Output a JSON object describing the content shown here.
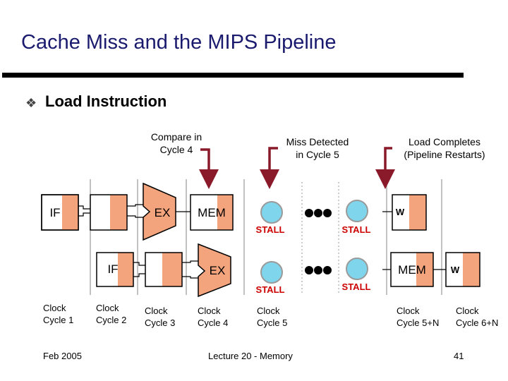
{
  "slide": {
    "title": "Cache Miss and the MIPS Pipeline",
    "bullet": "Load Instruction",
    "bullet_icon": "bullet-icon"
  },
  "annotations": {
    "compare": [
      "Compare in",
      "Cycle 4"
    ],
    "miss": [
      "Miss Detected",
      "in Cycle 5"
    ],
    "load": [
      "Load Completes",
      "(Pipeline Restarts)"
    ]
  },
  "pipeline": {
    "row1": {
      "if": "IF",
      "ex": "EX",
      "mem": "MEM",
      "stall1": "STALL",
      "stall2": "STALL",
      "w": "W"
    },
    "row2": {
      "if": "IF",
      "ex": "EX",
      "stall1": "STALL",
      "stall2": "STALL",
      "mem": "MEM",
      "w": "W"
    }
  },
  "clocks": [
    [
      "Clock",
      "Cycle 1"
    ],
    [
      "Clock",
      "Cycle 2"
    ],
    [
      "Clock",
      "Cycle 3"
    ],
    [
      "Clock",
      "Cycle 4"
    ],
    [
      "Clock",
      "Cycle 5"
    ],
    [
      "Clock",
      "Cycle 5+N"
    ],
    [
      "Clock",
      "Cycle 6+N"
    ]
  ],
  "footer": {
    "left": "Feb 2005",
    "center": "Lecture 20 - Memory",
    "page": "41"
  },
  "colors": {
    "title": "#1a1a6e",
    "register": "#f4a47c",
    "alu": "#f4a47c",
    "stall_bubble": "#7fd6ec",
    "stall_text": "#cc0000",
    "arrow": "#8a1a2a"
  }
}
